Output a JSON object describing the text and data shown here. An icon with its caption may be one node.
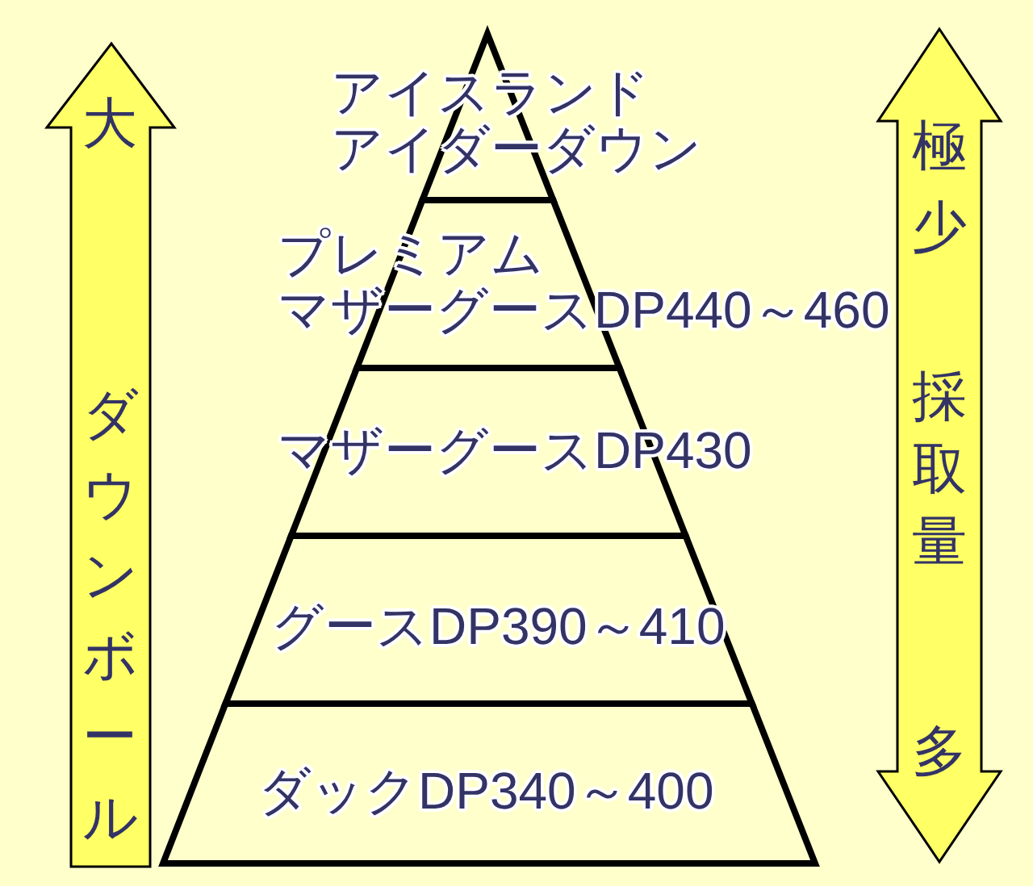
{
  "diagram": {
    "nodes": [
      {
        "text": [
          "大",
          "ダウンボール"
        ]
      },
      {
        "text": [
          "アイスランドアイダーダウン"
        ]
      },
      {
        "text": [
          "プレミアムマザーグースDP440～460"
        ]
      },
      {
        "text": [
          "マザーグースDP430"
        ]
      },
      {
        "text": [
          "グースDP390～410"
        ]
      },
      {
        "text": [
          "ダックDP340～400"
        ]
      },
      {
        "text": [
          "極少",
          "採取量",
          "多"
        ]
      }
    ]
  }
}
